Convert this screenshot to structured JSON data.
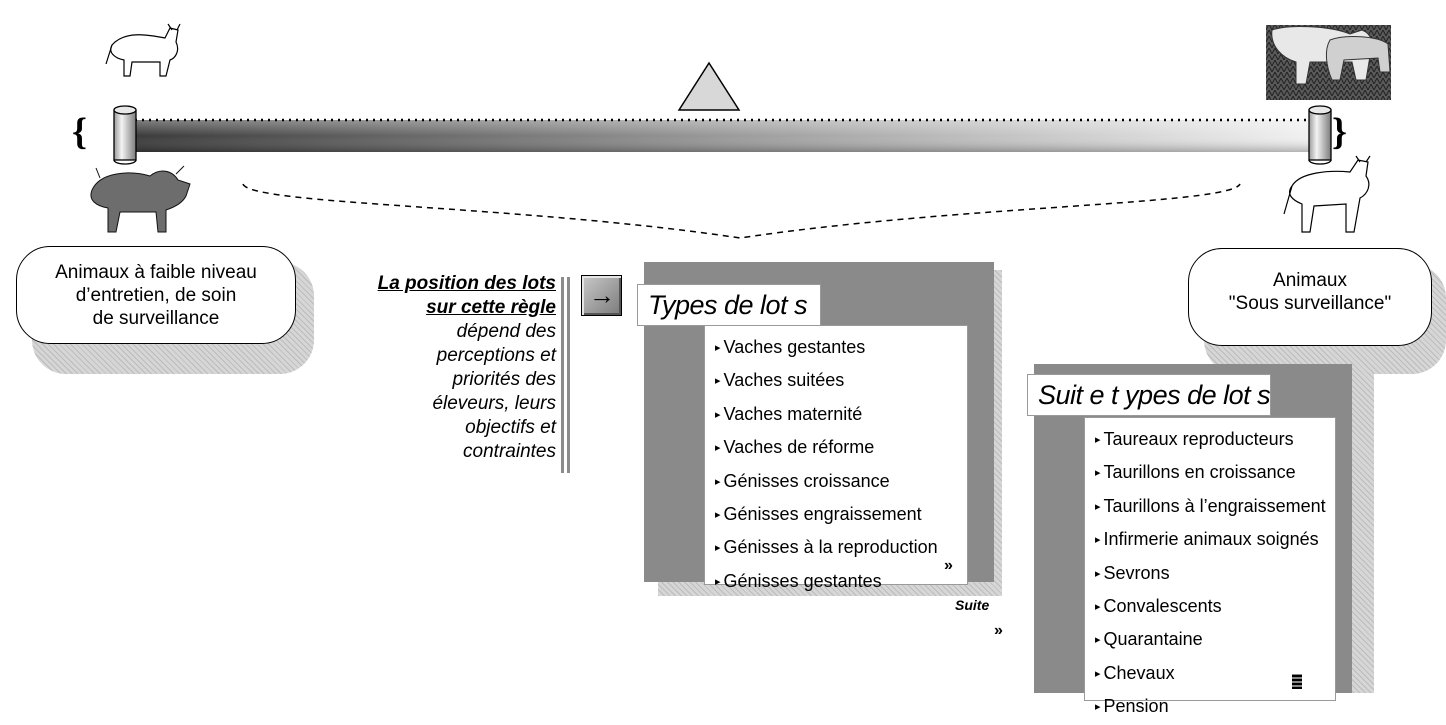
{
  "left_box": {
    "line1": "Animaux à faible niveau",
    "line2": "d’entretien, de soin",
    "line3": "de surveillance"
  },
  "right_box": {
    "line1": "Animaux",
    "line2": "\"Sous surveillance\""
  },
  "rule_note": {
    "line1": "La position des lots",
    "line2": "sur cette règle",
    "line3": "dépend des",
    "line4": "perceptions et",
    "line5": "priorités des",
    "line6": "éleveurs, leurs",
    "line7": "objectifs et",
    "line8": "contraintes"
  },
  "scale": {
    "left_bracket": "{",
    "right_bracket": "}"
  },
  "arrow_button": {
    "glyph": "→"
  },
  "types_panel": {
    "title": "Types de lot s",
    "items": [
      "Vaches gestantes",
      "Vaches suitées",
      "Vaches maternité",
      "Vaches de réforme",
      "Génisses croissance",
      "Génisses engraissement",
      "Génisses à la reproduction",
      "Génisses gestantes"
    ],
    "more_glyph": "»"
  },
  "suite_link": {
    "label": "Suite",
    "glyph": "»"
  },
  "suite_panel": {
    "title": "Suit e t ypes de lot s",
    "items": [
      "Taureaux reproducteurs",
      "Taurillons en croissance",
      "Taurillons à l’engraissement",
      "Infirmerie animaux soignés",
      "Sevrons",
      "Convalescents",
      "Quarantaine",
      "Chevaux",
      "Pension"
    ]
  }
}
